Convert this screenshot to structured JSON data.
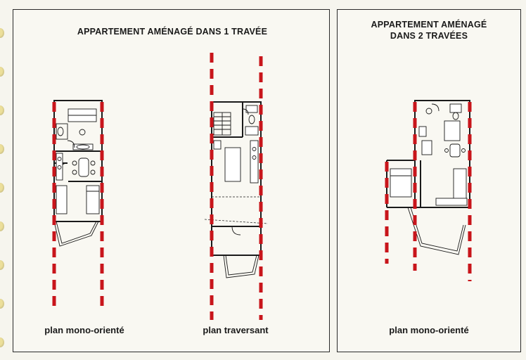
{
  "panels": [
    {
      "title": "APPARTEMENT AMÉNAGÉ DANS 1 TRAVÉE",
      "captions": [
        "plan mono-orienté",
        "plan traversant"
      ]
    },
    {
      "title_line1": "APPARTEMENT AMÉNAGÉ",
      "title_line2": "DANS 2 TRAVÉES",
      "captions": [
        "plan mono-orienté"
      ]
    }
  ],
  "colors": {
    "axis_line": "#c8151b",
    "wall": "#1a1a1a",
    "panel_border": "#2a2a2a",
    "binder_ring": "#ecdf9a"
  }
}
